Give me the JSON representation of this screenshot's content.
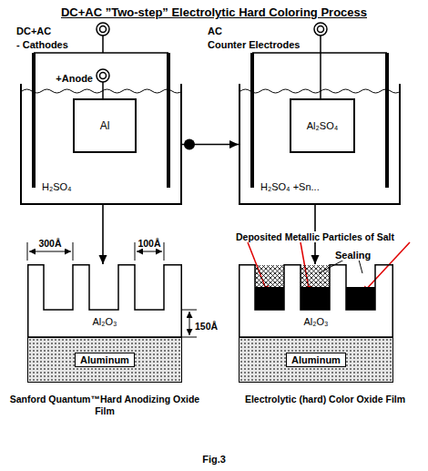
{
  "diagram": {
    "title": "DC+AC ”Two-step” Electrolytic Hard Coloring Process",
    "caption": "Fig.3",
    "nodes": [
      {
        "text": [
          "H₂SO₄"
        ]
      },
      {
        "text": [
          "Al"
        ],
        "in": 0
      },
      {
        "text": [
          "H₂SO₄ +Sn..."
        ]
      },
      {
        "text": [
          "Al₂SO₄"
        ],
        "in": 2
      },
      {
        "text": [
          "Al₂O₃"
        ]
      },
      {
        "text": [
          "Aluminum"
        ],
        "in": 4
      },
      {
        "text": [
          "Al₂O₃"
        ]
      },
      {
        "text": [
          "Aluminum"
        ],
        "in": 6
      }
    ],
    "edges": [
      {
        "from": 0,
        "to": 2,
        "arrow": "to"
      },
      {
        "from": 0,
        "to": 4,
        "arrow": "to"
      },
      {
        "from": 2,
        "to": 6,
        "arrow": "to"
      }
    ],
    "labels": [
      "DC+AC",
      "- Cathodes",
      "+Anode",
      "AC",
      "Counter Electrodes",
      "300Å",
      "100Å",
      "150Å",
      "Deposited Metallic Particles of Salt",
      "Sealing",
      "Sanford Quantum™Hard Anodizing Oxide Film",
      "Electrolytic (hard) Color Oxide Film"
    ]
  }
}
